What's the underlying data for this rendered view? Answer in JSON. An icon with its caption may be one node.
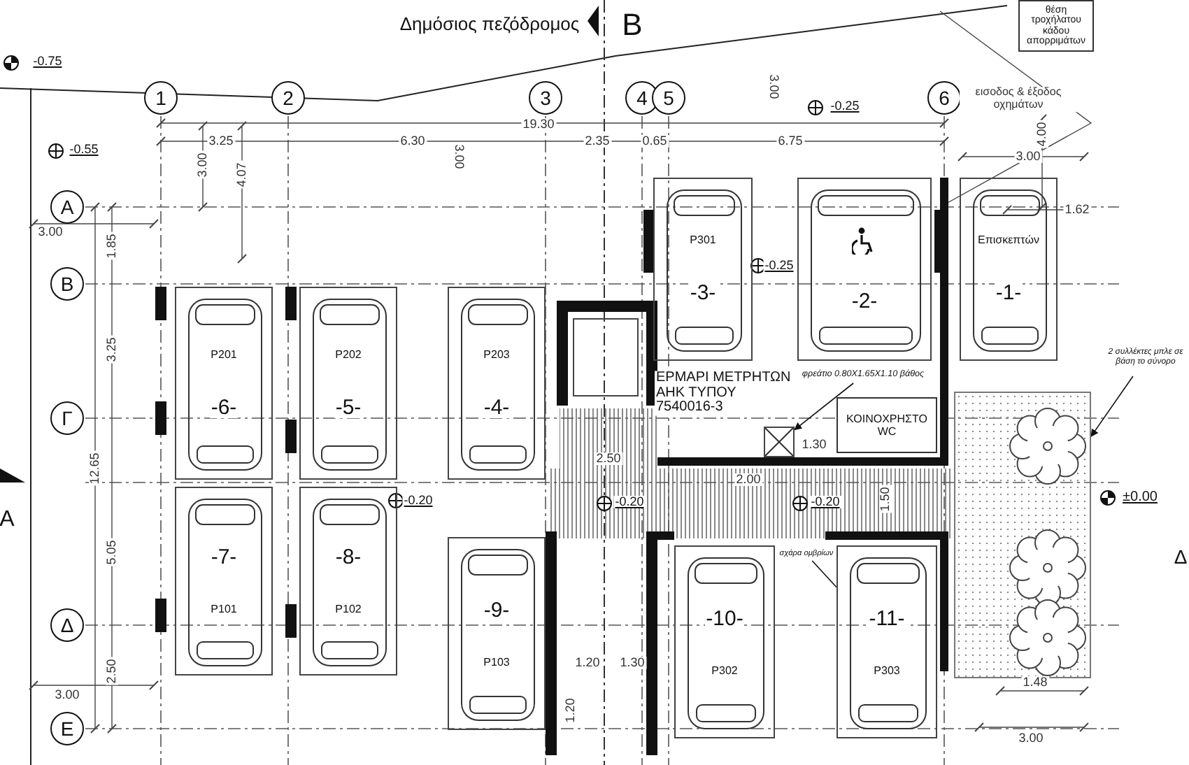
{
  "diagram": {
    "nodes": [
      {
        "text": [
          "θέση τροχήλατου κάδου απορριμάτων"
        ]
      },
      {
        "text": [
          "1"
        ]
      },
      {
        "text": [
          "2"
        ]
      },
      {
        "text": [
          "3"
        ]
      },
      {
        "text": [
          "4"
        ]
      },
      {
        "text": [
          "5"
        ]
      },
      {
        "text": [
          "6"
        ]
      },
      {
        "text": [
          "Α"
        ]
      },
      {
        "text": [
          "Β"
        ]
      },
      {
        "text": [
          "P301",
          "-3-"
        ]
      },
      {
        "text": [
          "-2-"
        ]
      },
      {
        "text": [
          "Επισκεπτών",
          "-1-"
        ]
      },
      {
        "text": [
          "P201",
          "-6-"
        ]
      },
      {
        "text": [
          "P202",
          "-5-"
        ]
      },
      {
        "text": [
          "P203",
          "-4-"
        ]
      },
      {
        "text": [
          "2 συλλέκτες μπλε σε βάση το σύνορο"
        ]
      },
      {
        "text": [
          "φρεάτιο 0.80X1.65X1.10 βάθος"
        ]
      },
      {
        "text": [],
        "shape": "box"
      },
      {
        "text": [
          "Γ"
        ]
      },
      {
        "text": [
          "ΚΟΙΝΟΧΡΗΣΤΟ WC"
        ]
      },
      {
        "text": [
          "-7-",
          "P101"
        ]
      },
      {
        "text": [
          "-8-",
          "P102"
        ]
      },
      {
        "text": [
          "-9-",
          "P103"
        ]
      },
      {
        "text": [
          "σχάρα ομβρίων"
        ]
      },
      {
        "text": [
          "-10-",
          "P302"
        ]
      },
      {
        "text": [
          "-11-",
          "P303"
        ]
      },
      {
        "text": [
          "Δ"
        ]
      },
      {
        "text": [
          "Ε"
        ]
      },
      {
        "text": [],
        "shape": "box"
      }
    ],
    "edges": [
      {
        "from": 16,
        "to": 17,
        "arrow": "to"
      },
      {
        "from": 23,
        "to": 25,
        "arrow": "none"
      },
      {
        "from": 15,
        "to": 28,
        "arrow": "to"
      }
    ],
    "labels": [
      "Δημόσιος πεζόδρομος",
      "B",
      "-0.75",
      "19.30",
      "3.25",
      "6.30",
      "2.35",
      "0.65",
      "6.75",
      "-0.25",
      "εισοδος & έξοδος οχημάτων",
      "3.00",
      "4.00",
      "-0.55",
      "3.00",
      "3.00",
      "4.07",
      "3.00",
      "3.00",
      "1.62",
      "1.85",
      "-0.25",
      "3.25",
      "ΕΡΜΑΡΙ ΜΕΤΡΗΤΩΝ ΑΗΚ ΤΥΠΟΥ 7540016-3",
      "1.30",
      "2.50",
      "2.00",
      "12.65",
      "-0.20",
      "-0.20",
      "-0.20",
      "1.50",
      "±0.00",
      "A",
      "5.05",
      "Δ",
      "2.50",
      "1.20",
      "1.30",
      "3.00",
      "1.20",
      "1.48",
      "3.00"
    ]
  }
}
